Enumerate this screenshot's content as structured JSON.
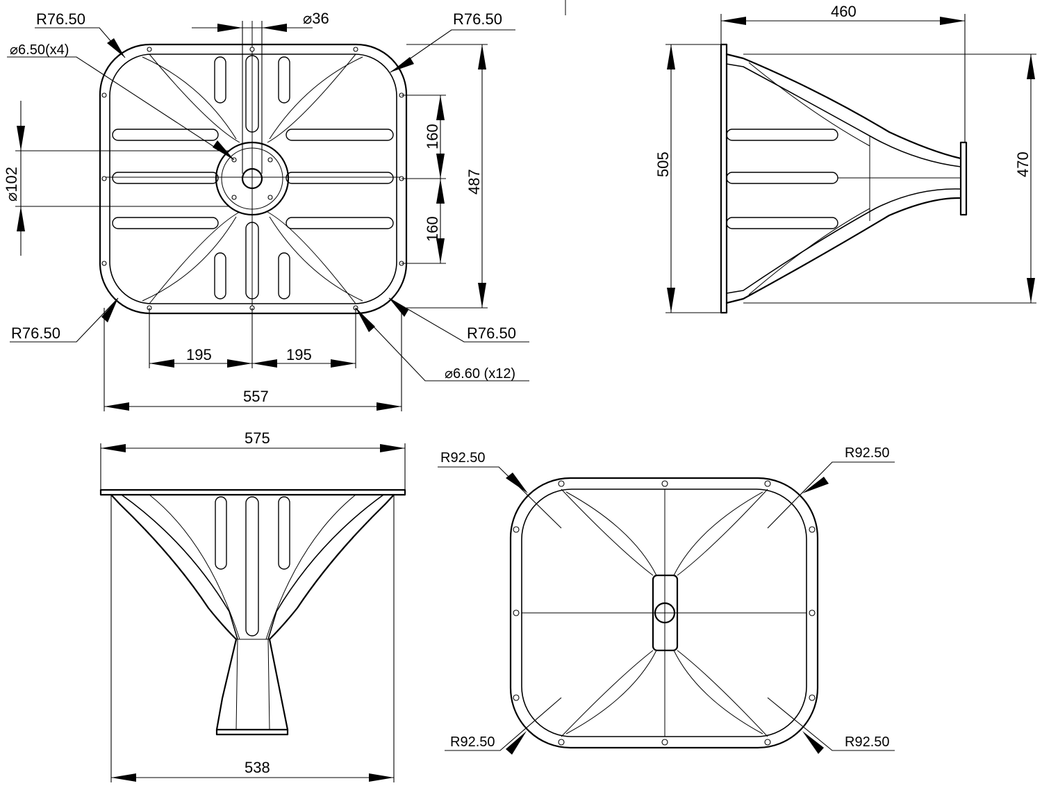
{
  "drawing": {
    "front_view": {
      "corner_radius_tl": "R76.50",
      "corner_radius_tr": "R76.50",
      "corner_radius_bl": "R76.50",
      "corner_radius_br": "R76.50",
      "throat_hole_callout": "6.50(x4)",
      "flange_hole_callout": "6.60 (x12)",
      "throat_diameter": "36",
      "throat_flange_diameter": "102",
      "hole_spacing_upper": "160",
      "hole_spacing_lower": "160",
      "height": "487",
      "hole_spacing_left": "195",
      "hole_spacing_right": "195",
      "width": "557"
    },
    "side_view": {
      "depth": "460",
      "mouth_height": "505",
      "height": "470"
    },
    "top_view": {
      "mouth_width": "575",
      "bottom_width": "538"
    },
    "rear_view": {
      "corner_radius_tl": "R92.50",
      "corner_radius_tr": "R92.50",
      "corner_radius_bl": "R92.50",
      "corner_radius_br": "R92.50"
    },
    "diameter_symbol": "⌀"
  }
}
